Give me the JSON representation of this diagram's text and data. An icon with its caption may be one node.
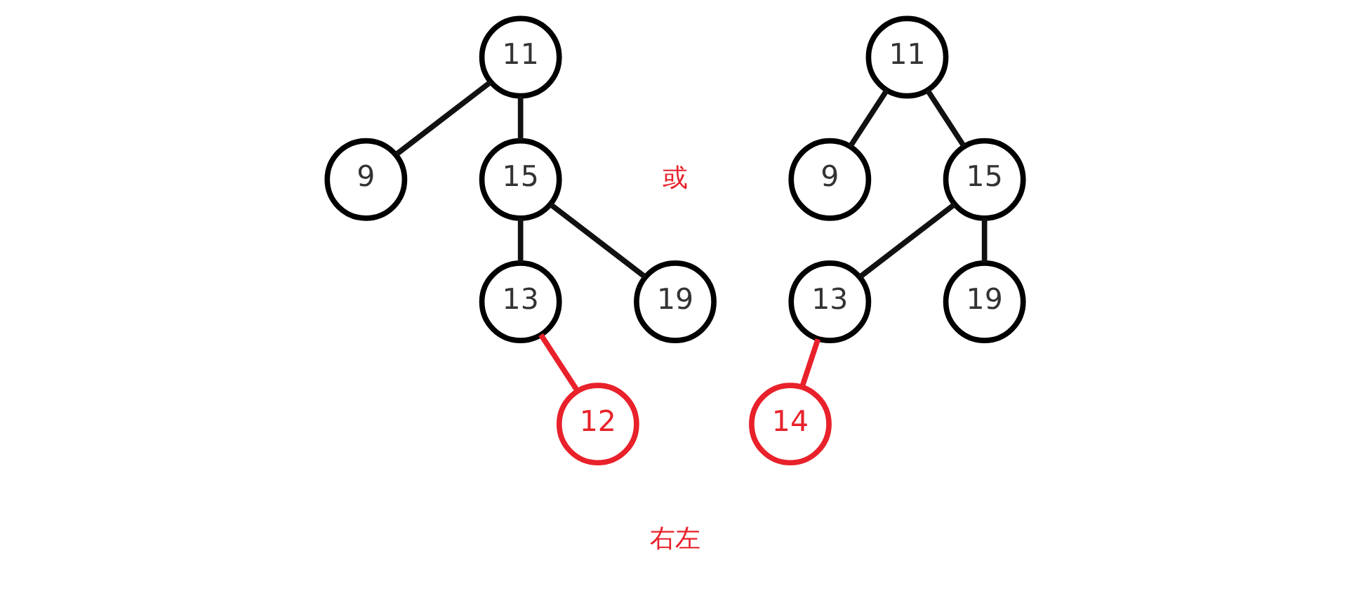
{
  "diagram": {
    "nodes": [
      {
        "text": [
          "11"
        ]
      },
      {
        "text": [
          "9"
        ]
      },
      {
        "text": [
          "15"
        ]
      },
      {
        "text": [
          "13"
        ]
      },
      {
        "text": [
          "19"
        ]
      },
      {
        "text": [
          "12"
        ]
      },
      {
        "text": [
          "11"
        ]
      },
      {
        "text": [
          "9"
        ]
      },
      {
        "text": [
          "15"
        ]
      },
      {
        "text": [
          "13"
        ]
      },
      {
        "text": [
          "19"
        ]
      },
      {
        "text": [
          "14"
        ]
      }
    ],
    "edges": [
      {
        "from": 0,
        "to": 1,
        "arrow": "none"
      },
      {
        "from": 0,
        "to": 2,
        "arrow": "none"
      },
      {
        "from": 2,
        "to": 3,
        "arrow": "none"
      },
      {
        "from": 2,
        "to": 4,
        "arrow": "none"
      },
      {
        "from": 3,
        "to": 5,
        "arrow": "none",
        "color": "#e8212b"
      },
      {
        "from": 6,
        "to": 7,
        "arrow": "none"
      },
      {
        "from": 6,
        "to": 8,
        "arrow": "none"
      },
      {
        "from": 8,
        "to": 9,
        "arrow": "none"
      },
      {
        "from": 8,
        "to": 10,
        "arrow": "none"
      },
      {
        "from": 9,
        "to": 11,
        "arrow": "none",
        "color": "#e8212b"
      }
    ],
    "labels": [
      "或",
      "右左"
    ]
  }
}
